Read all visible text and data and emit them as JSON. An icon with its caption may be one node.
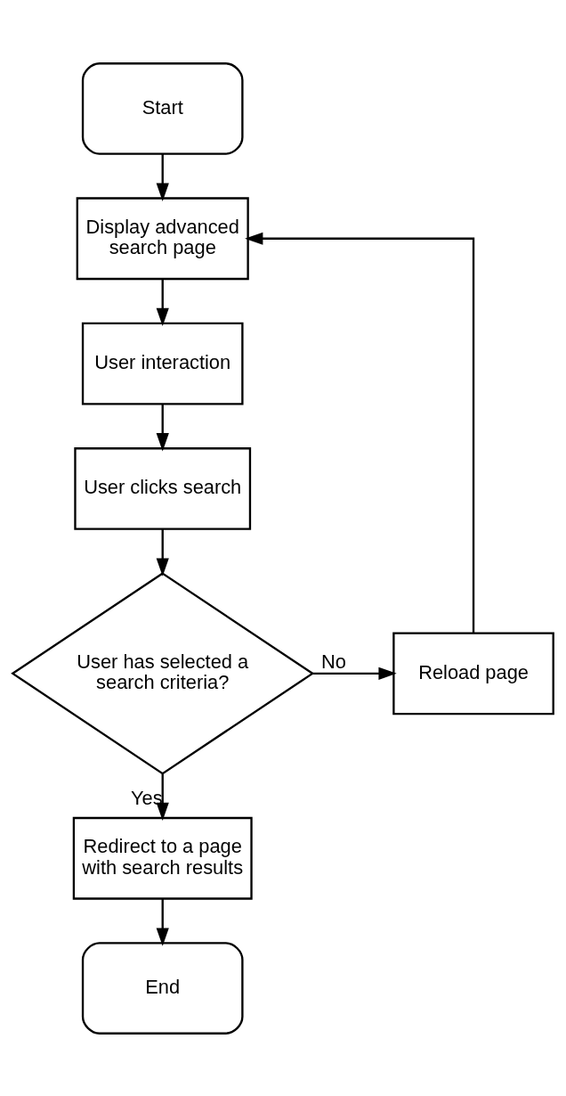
{
  "diagram": {
    "nodes": [
      {
        "text": [
          "Start"
        ]
      },
      {
        "text": [
          "Display advanced search page"
        ]
      },
      {
        "text": [
          "User interaction"
        ]
      },
      {
        "text": [
          "User clicks search"
        ]
      },
      {
        "text": [
          "User has selected a search criteria?"
        ]
      },
      {
        "text": [
          "Reload page"
        ]
      },
      {
        "text": [
          "Redirect to a page with search results"
        ]
      },
      {
        "text": [
          "End"
        ]
      }
    ],
    "edges": [
      {
        "from": 0,
        "to": 1,
        "arrow": "to"
      },
      {
        "from": 1,
        "to": 2,
        "arrow": "to"
      },
      {
        "from": 2,
        "to": 3,
        "arrow": "to"
      },
      {
        "from": 3,
        "to": 4,
        "arrow": "to"
      },
      {
        "from": 4,
        "to": 5,
        "arrow": "to",
        "label": "No"
      },
      {
        "from": 5,
        "to": 1,
        "arrow": "to"
      },
      {
        "from": 4,
        "to": 6,
        "arrow": "to",
        "label": "Yes"
      },
      {
        "from": 6,
        "to": 7,
        "arrow": "to"
      }
    ]
  }
}
